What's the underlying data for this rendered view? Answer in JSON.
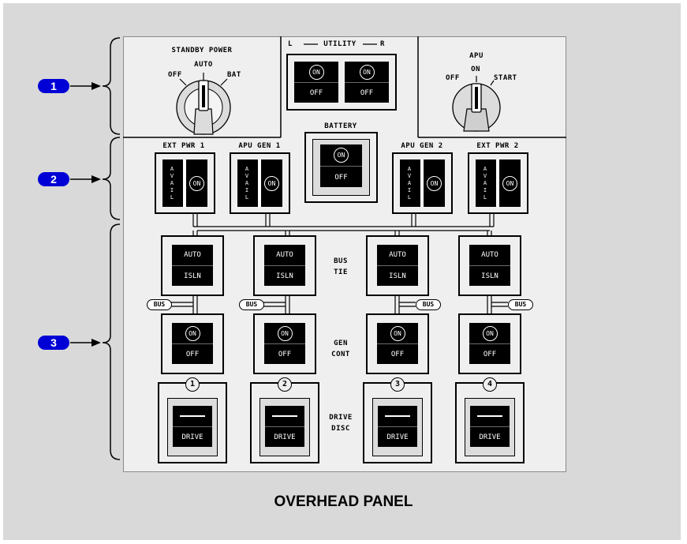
{
  "callouts": [
    "1",
    "2",
    "3"
  ],
  "caption": "OVERHEAD PANEL",
  "standby_power": {
    "title": "STANDBY POWER",
    "off": "OFF",
    "auto": "AUTO",
    "bat": "BAT"
  },
  "utility": {
    "title": "UTILITY",
    "left": "L",
    "right": "R",
    "on": "ON",
    "off": "OFF"
  },
  "apu": {
    "title": "APU",
    "off": "OFF",
    "on": "ON",
    "start": "START"
  },
  "battery": {
    "title": "BATTERY",
    "on": "ON",
    "off": "OFF"
  },
  "sources": [
    {
      "label": "EXT PWR 1"
    },
    {
      "label": "APU GEN 1"
    },
    {
      "label": "APU GEN 2"
    },
    {
      "label": "EXT PWR 2"
    }
  ],
  "avail_letters": [
    "A",
    "V",
    "A",
    "I",
    "L"
  ],
  "on_text": "ON",
  "bus_tie": {
    "label1": "BUS",
    "label2": "TIE",
    "auto": "AUTO",
    "isln": "ISLN"
  },
  "bus_label": "BUS",
  "gen_cont": {
    "label1": "GEN",
    "label2": "CONT",
    "on": "ON",
    "off": "OFF"
  },
  "drive_disc": {
    "label1": "DRIVE",
    "label2": "DISC",
    "drive": "DRIVE"
  },
  "channels": [
    "1",
    "2",
    "3",
    "4"
  ]
}
